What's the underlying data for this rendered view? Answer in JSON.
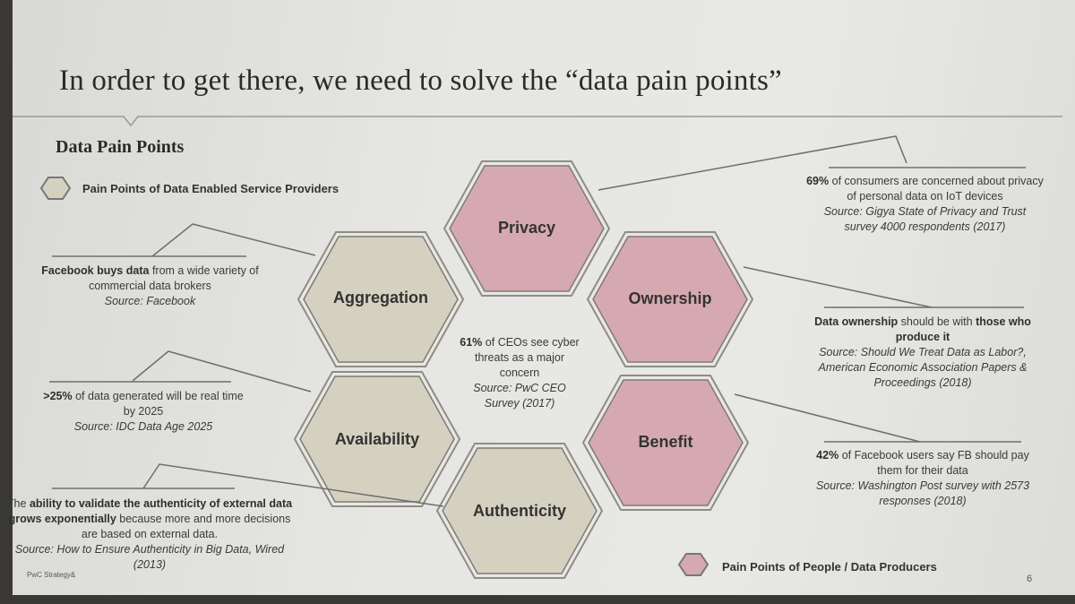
{
  "title": "In order to get there, we need to solve the “data pain points”",
  "subtitle": "Data Pain Points",
  "legend_service": "Pain Points of Data Enabled Service Providers",
  "legend_people": "Pain Points of People / Data Producers",
  "colors": {
    "people": "#d6a9b0",
    "service": "#d4d1c1",
    "border": "#8f8c88"
  },
  "hexagons": {
    "privacy": "Privacy",
    "ownership": "Ownership",
    "benefit": "Benefit",
    "authenticity": "Authenticity",
    "availability": "Availability",
    "aggregation": "Aggregation"
  },
  "center": {
    "bold": "61%",
    "text": "of CEOs see cyber threats as a major concern",
    "source": "Source: PwC CEO Survey (2017)"
  },
  "callouts": {
    "privacy": {
      "bold": "69%",
      "text": "of consumers are concerned about privacy of personal data on IoT devices",
      "source": "Source: Gigya State of Privacy and Trust survey 4000 respondents (2017)"
    },
    "ownership": {
      "bold": "Data ownership",
      "text": "should be with",
      "bold2": "those who produce it",
      "source": "Source: Should We Treat Data as Labor?, American Economic Association Papers & Proceedings (2018)"
    },
    "benefit": {
      "bold": "42%",
      "text": "of Facebook users say FB should pay them for their data",
      "source": "Source: Washington Post survey with 2573 responses (2018)"
    },
    "aggregation": {
      "bold": "Facebook buys data",
      "text": "from a wide variety of commercial data brokers",
      "source": "Source: Facebook"
    },
    "availability": {
      "bold": ">25%",
      "text": "of data generated will be real time by 2025",
      "source": "Source: IDC Data Age 2025"
    },
    "authenticity": {
      "pre": "The",
      "bold": "ability to validate the authenticity of external data grows exponentially",
      "text": "because more and more decisions are based on external data.",
      "source": "Source: How to Ensure Authenticity in Big Data, Wired (2013)"
    }
  },
  "footer": "PwC Strategy&",
  "page_number": "6"
}
